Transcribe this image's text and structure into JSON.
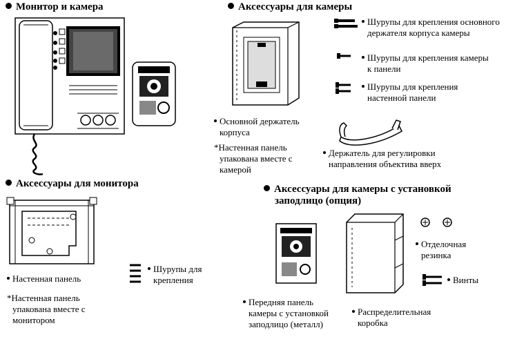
{
  "sections": {
    "monitor_camera": {
      "title": "Монитор и камера"
    },
    "camera_accessories": {
      "title": "Аксессуары для камеры",
      "screws": [
        {
          "line1": "Шурупы для крепления основного",
          "line2": "держателя корпуса камеры"
        },
        {
          "line1": "Шурупы для крепления камеры",
          "line2": "к панели"
        },
        {
          "line1": "Шурупы для крепления",
          "line2": "настенной панели"
        }
      ],
      "holder": {
        "line1": "Основной держатель",
        "line2": "корпуса"
      },
      "note": {
        "star": "*",
        "line1": "Настенная панель",
        "line2": "упакована вместе с",
        "line3": "камерой"
      },
      "lens_holder": {
        "line1": "Держатель для регулировки",
        "line2": "направления объектива вверх"
      }
    },
    "monitor_accessories": {
      "title": "Аксессуары для монитора",
      "wall_panel": "Настенная панель",
      "note": {
        "star": "*",
        "line1": "Настенная панель",
        "line2": "упакована вместе с",
        "line3": "монитором"
      },
      "screws": {
        "line1": "Шурупы для",
        "line2": "крепления"
      }
    },
    "flush_accessories": {
      "title_line1": "Аксессуары для камеры с установкой",
      "title_line2": "заподлицо (опция)",
      "front_panel": {
        "line1": "Передняя панель",
        "line2": "камеры с установкой",
        "line3": "заподлицо (металл)"
      },
      "box": {
        "line1": "Распределительная",
        "line2": "коробка"
      },
      "rubber": {
        "line1": "Отделочная",
        "line2": "резинка"
      },
      "screws": "Винты"
    }
  }
}
